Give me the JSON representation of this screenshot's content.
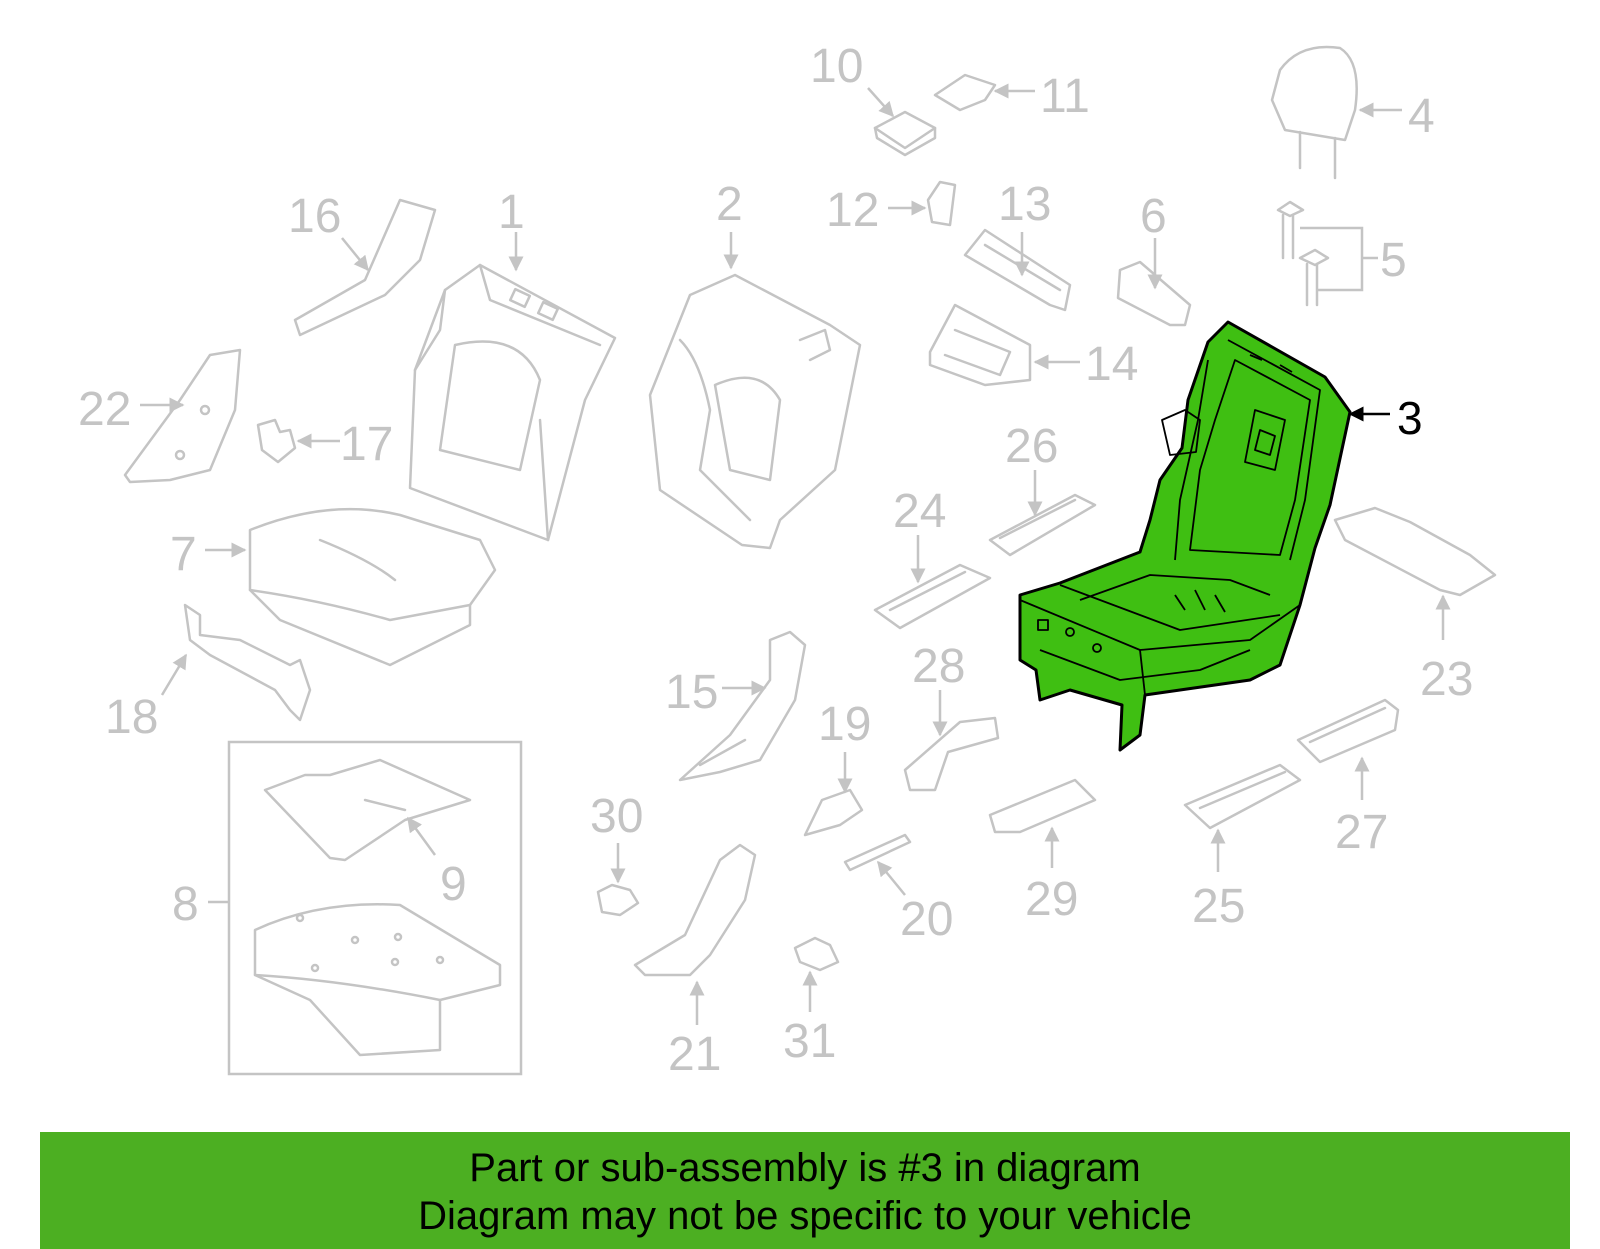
{
  "diagram": {
    "highlighted_part": "3",
    "callouts": [
      "1",
      "2",
      "3",
      "4",
      "5",
      "6",
      "7",
      "8",
      "9",
      "10",
      "11",
      "12",
      "13",
      "14",
      "15",
      "16",
      "17",
      "18",
      "19",
      "20",
      "21",
      "22",
      "23",
      "24",
      "25",
      "26",
      "27",
      "28",
      "29",
      "30",
      "31"
    ]
  },
  "banner": {
    "line1": "Part or sub-assembly is #3 in diagram",
    "line2": "Diagram may not be specific to your vehicle"
  },
  "colors": {
    "highlight": "#3fbf12",
    "banner": "#4caf22",
    "part_outline": "#c4c4c4"
  }
}
